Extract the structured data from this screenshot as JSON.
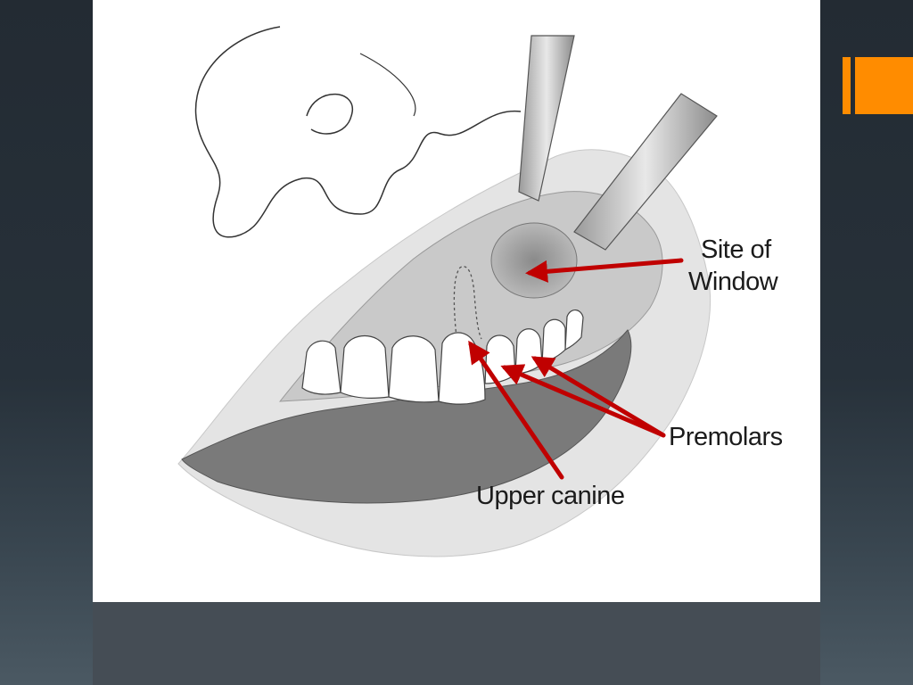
{
  "colors": {
    "background": "#27313a",
    "accent": "#ff8c00",
    "arrow": "#c00000",
    "panel": "#ffffff"
  },
  "labels": {
    "site_of_window_line1": "Site of",
    "site_of_window_line2": "Window",
    "premolars": "Premolars",
    "upper_canine": "Upper canine"
  }
}
